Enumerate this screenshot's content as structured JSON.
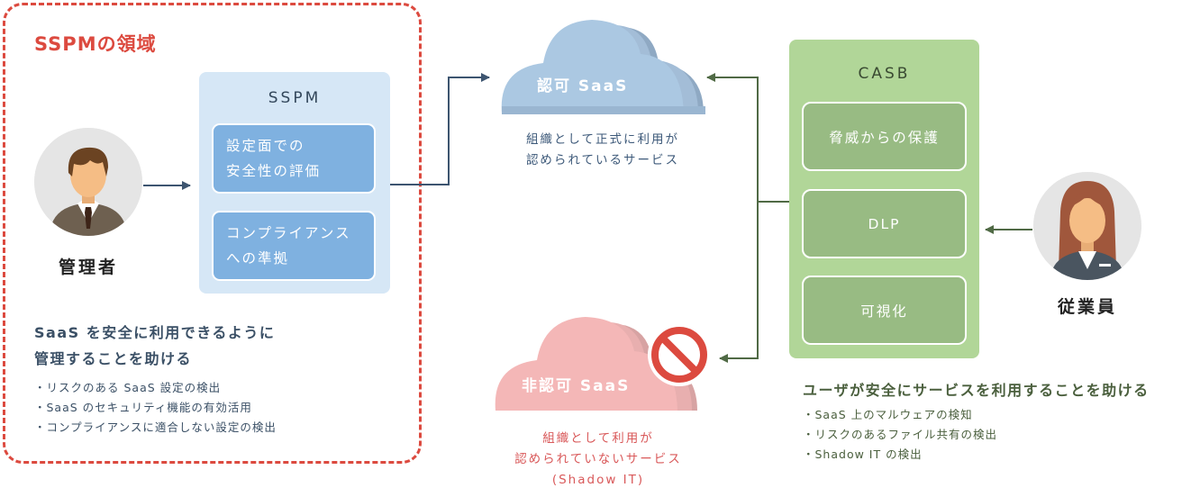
{
  "sspm_region": {
    "title": "SSPMの領域",
    "admin_label": "管理者",
    "sspm_box": {
      "title": "SSPM",
      "items": [
        {
          "line1": "設定面での",
          "line2": "安全性の評価"
        },
        {
          "line1": "コンプライアンス",
          "line2": "への準拠"
        }
      ]
    },
    "description": {
      "line1": "SaaS を安全に利用できるように",
      "line2": "管理することを助ける",
      "bullets": [
        "・リスクのある SaaS 設定の検出",
        "・SaaS のセキュリティ機能の有効活用",
        "・コンプライアンスに適合しない設定の検出"
      ]
    }
  },
  "sanctioned_saas": {
    "label": "認可 SaaS",
    "desc_line1": "組織として正式に利用が",
    "desc_line2": "認められているサービス"
  },
  "unsanctioned_saas": {
    "label": "非認可 SaaS",
    "desc_line1": "組織として利用が",
    "desc_line2": "認められていないサービス",
    "desc_line3": "(Shadow IT)",
    "prohibited_icon": "no-entry-icon"
  },
  "casb": {
    "title": "CASB",
    "items": [
      "脅威からの保護",
      "DLP",
      "可視化"
    ],
    "employee_label": "従業員",
    "description": {
      "title": "ユーザが安全にサービスを利用することを助ける",
      "bullets": [
        "・SaaS 上のマルウェアの検知",
        "・リスクのあるファイル共有の検出",
        "・Shadow IT の検出"
      ]
    }
  },
  "colors": {
    "region_red": "#dc4a3f",
    "sspm_blue_light": "#d6e7f6",
    "sspm_blue": "#7fb1e0",
    "casb_green_light": "#b1d698",
    "casb_green": "#98bb83",
    "arrow_navy": "#3d5570",
    "arrow_green": "#506a45",
    "cloud_blue": "#abc8e2",
    "cloud_pink": "#f4b7b7"
  }
}
